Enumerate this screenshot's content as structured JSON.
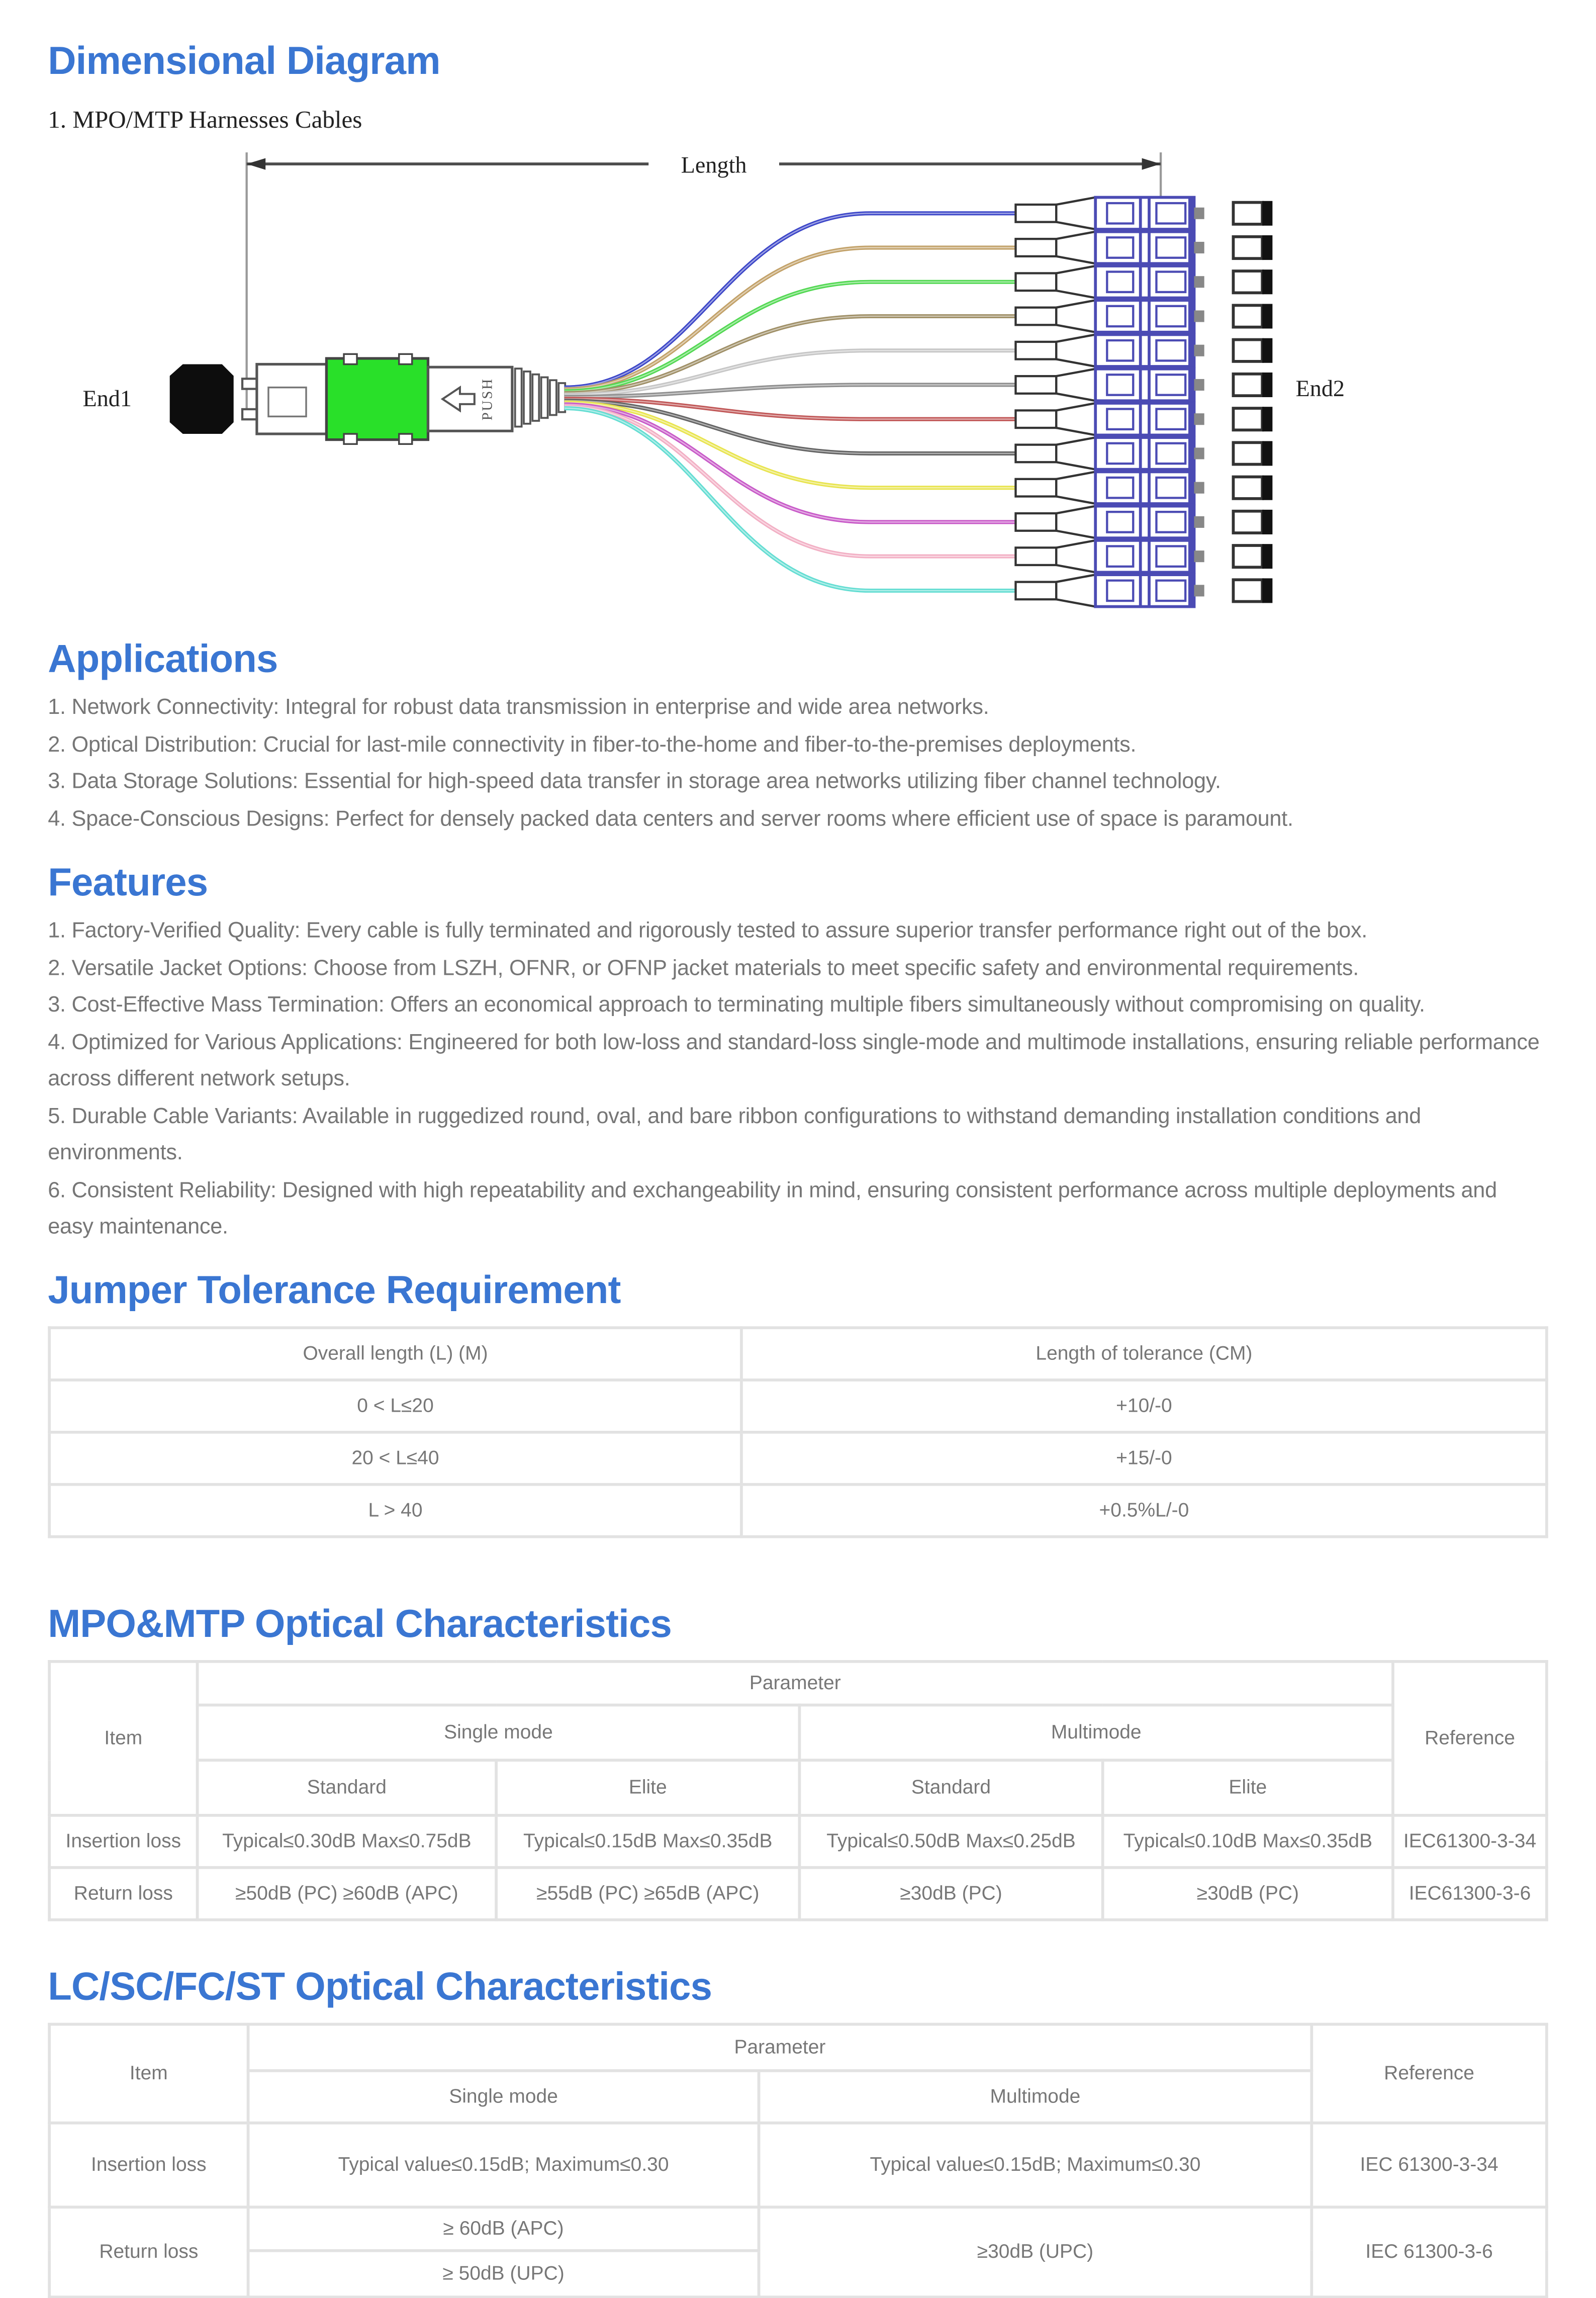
{
  "colors": {
    "heading_blue": "#3a76d2",
    "body_text": "#767676",
    "table_border": "#e2e2e2",
    "mpo_green": "#29e029",
    "lc_blue": "#4b4bb4"
  },
  "sections": {
    "dimensional": {
      "title": "Dimensional Diagram",
      "subtitle": "1. MPO/MTP Harnesses Cables",
      "diagram": {
        "length_label": "Length",
        "end1_label": "End1",
        "end2_label": "End2",
        "push_label": "PUSH",
        "fiber_colors": [
          "#3c46c8",
          "#c2a168",
          "#52d852",
          "#9f8f66",
          "#c6c6c6",
          "#8e8e8e",
          "#c05656",
          "#636363",
          "#e8e44e",
          "#c85ac8",
          "#f2afc4",
          "#63ddd2"
        ]
      }
    },
    "applications": {
      "title": "Applications",
      "items": [
        "1. Network Connectivity: Integral for robust data transmission in enterprise and wide area networks.",
        "2. Optical Distribution: Crucial for last-mile connectivity in fiber-to-the-home and fiber-to-the-premises deployments.",
        "3. Data Storage Solutions: Essential for high-speed data transfer in storage area networks utilizing fiber channel technology.",
        "4. Space-Conscious Designs: Perfect for densely packed data centers and server rooms where efficient use of space is paramount."
      ]
    },
    "features": {
      "title": "Features",
      "items": [
        "1. Factory-Verified Quality: Every cable is fully terminated and rigorously tested to assure superior transfer performance right out of the box.",
        "2. Versatile Jacket Options: Choose from LSZH, OFNR, or OFNP jacket materials to meet specific safety and environmental requirements.",
        "3. Cost-Effective Mass Termination: Offers an economical approach to terminating multiple fibers simultaneously without compromising on quality.",
        "4. Optimized for Various Applications: Engineered for both low-loss and standard-loss single-mode and multimode installations, ensuring reliable performance across different network setups.",
        "5. Durable Cable Variants: Available in ruggedized round, oval, and bare ribbon configurations to withstand demanding installation conditions and environments.",
        "6. Consistent Reliability: Designed with high repeatability and exchangeability in mind, ensuring consistent performance across multiple deployments and easy maintenance."
      ]
    },
    "jumper": {
      "title": "Jumper Tolerance Requirement",
      "table": {
        "headers": [
          "Overall length (L) (M)",
          "Length of tolerance (CM)"
        ],
        "rows": [
          [
            "0 < L≤20",
            "+10/-0"
          ],
          [
            "20 < L≤40",
            "+15/-0"
          ],
          [
            "L > 40",
            "+0.5%L/-0"
          ]
        ]
      }
    },
    "mpo": {
      "title": "MPO&MTP Optical Characteristics",
      "table": {
        "item_header": "Item",
        "parameter_header": "Parameter",
        "reference_header": "Reference",
        "single_mode_header": "Single mode",
        "multimode_header": "Multimode",
        "standard_header": "Standard",
        "elite_header": "Elite",
        "rows": [
          {
            "item": "Insertion loss",
            "sm_standard": "Typical≤0.30dB Max≤0.75dB",
            "sm_elite": "Typical≤0.15dB Max≤0.35dB",
            "mm_standard": "Typical≤0.50dB Max≤0.25dB",
            "mm_elite": "Typical≤0.10dB Max≤0.35dB",
            "reference": "IEC61300-3-34"
          },
          {
            "item": "Return loss",
            "sm_standard": "≥50dB (PC) ≥60dB (APC)",
            "sm_elite": "≥55dB (PC) ≥65dB (APC)",
            "mm_standard": "≥30dB (PC)",
            "mm_elite": "≥30dB (PC)",
            "reference": "IEC61300-3-6"
          }
        ]
      }
    },
    "lc": {
      "title": "LC/SC/FC/ST Optical Characteristics",
      "table": {
        "item_header": "Item",
        "parameter_header": "Parameter",
        "reference_header": "Reference",
        "single_mode_header": "Single mode",
        "multimode_header": "Multimode",
        "insertion": {
          "item": "Insertion loss",
          "single_mode": "Typical value≤0.15dB; Maximum≤0.30",
          "multimode": "Typical value≤0.15dB; Maximum≤0.30",
          "reference": "IEC 61300-3-34"
        },
        "return": {
          "item": "Return loss",
          "apc": "≥ 60dB (APC)",
          "upc": "≥ 50dB (UPC)",
          "multimode": "≥30dB (UPC)",
          "reference": "IEC 61300-3-6"
        }
      }
    }
  }
}
